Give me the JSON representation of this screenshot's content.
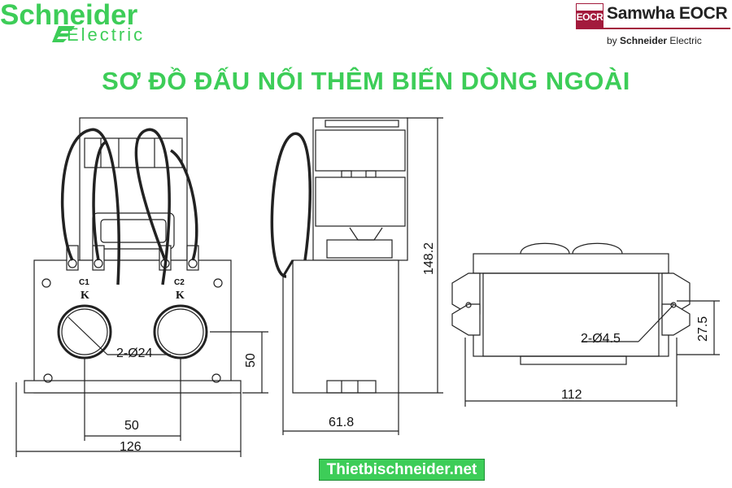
{
  "header": {
    "left_logo": {
      "name": "Schneider",
      "subtitle": "Electric",
      "color": "#3dcd58"
    },
    "right_logo": {
      "badge": "EOCR",
      "brand": "Samwha EOCR",
      "byline_prefix": "by",
      "byline_brand": "Schneider",
      "byline_suffix": "Electric",
      "accent_color": "#a31a3c"
    }
  },
  "title": "SƠ ĐỒ ĐẤU NỐI THÊM BIẾN DÒNG NGOÀI",
  "views": {
    "front": {
      "terminal_labels": [
        "C1",
        "C2"
      ],
      "k_labels": [
        "K",
        "K"
      ],
      "hole_label": "2-Ø24",
      "dims": {
        "hole_spacing": "50",
        "width": "126",
        "height": "50"
      }
    },
    "side": {
      "dims": {
        "depth": "61.8",
        "height": "148.2"
      }
    },
    "top": {
      "hole_label": "2-Ø4.5",
      "dims": {
        "width": "112",
        "height": "27.5"
      }
    }
  },
  "footer": {
    "link_text": "Thietbischneider.net",
    "color": "#3dcd58"
  }
}
